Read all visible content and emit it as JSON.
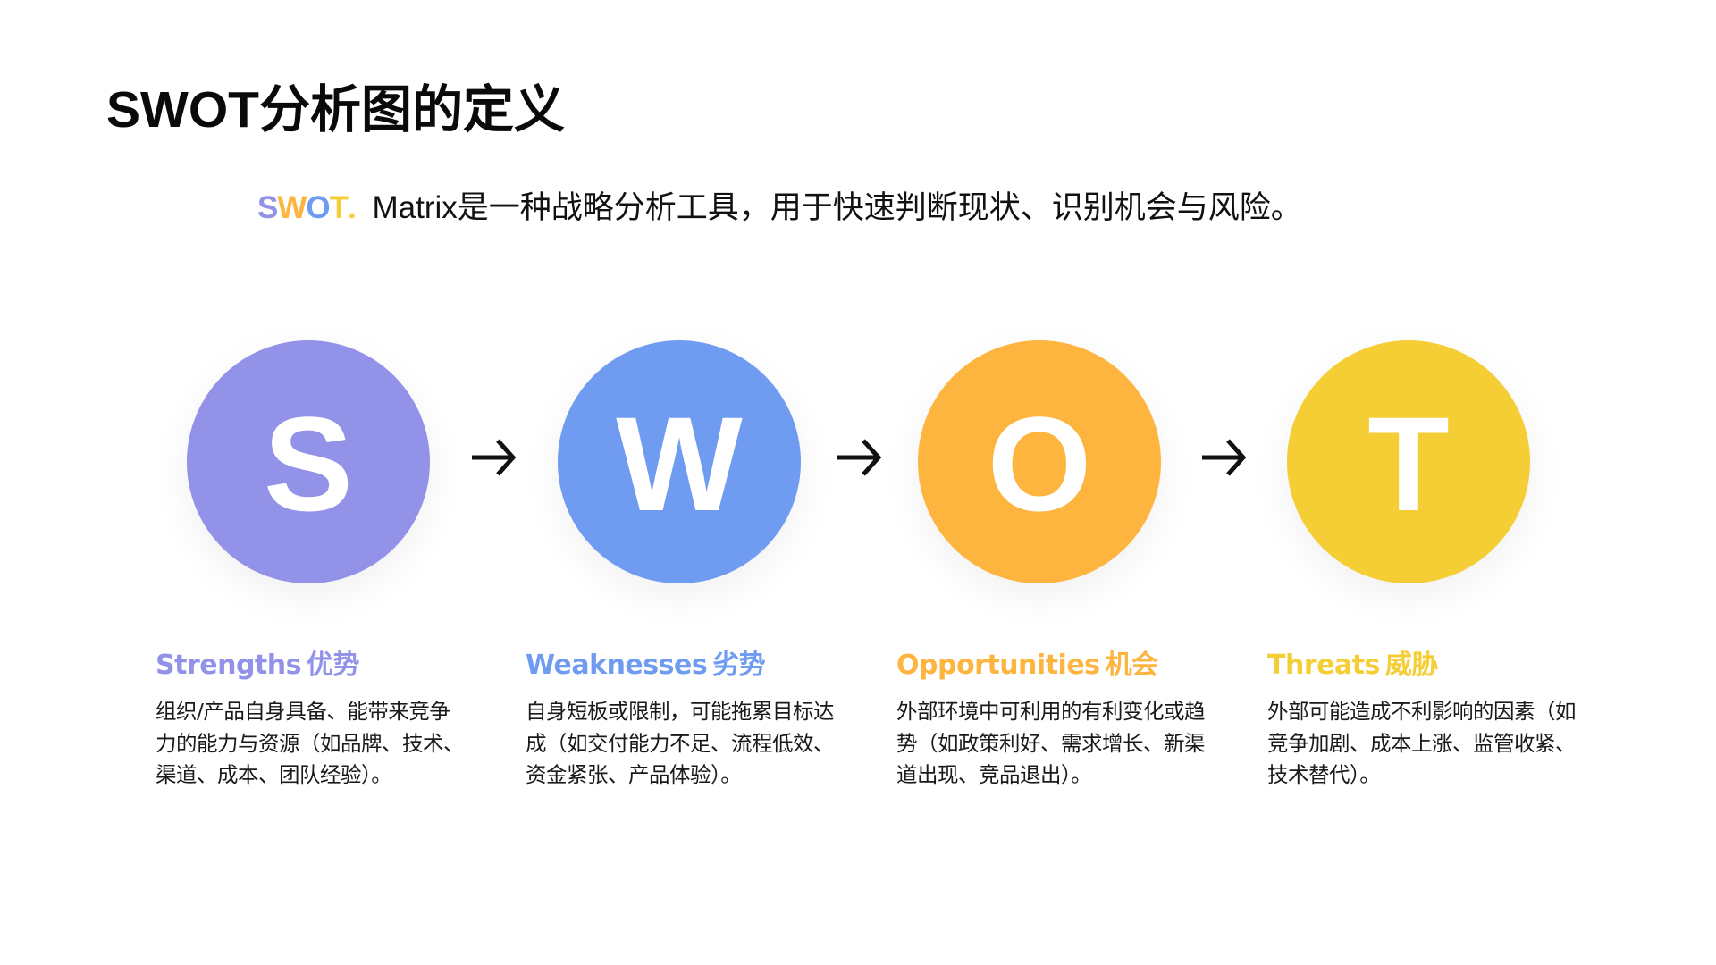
{
  "slide": {
    "title": "SWOT分析图的定义",
    "subtitle": {
      "brand_letters": [
        {
          "char": "S",
          "color": "#9192E8"
        },
        {
          "char": "W",
          "color": "#FDB53F"
        },
        {
          "char": "O",
          "color": "#6F9BF1"
        },
        {
          "char": "T",
          "color": "#F5CD35"
        },
        {
          "char": ".",
          "color": "#F5CD35"
        }
      ],
      "text": "Matrix是一种战略分析工具，用于快速判断现状、识别机会与风险。"
    },
    "flow": {
      "arrow_icon": "right-arrow-icon",
      "items": [
        {
          "letter": "S",
          "color": "#9192E8",
          "heading_en": "Strengths",
          "heading_zh": "优势",
          "description": "组织/产品自身具备、能带来竞争力的能力与资源（如品牌、技术、渠道、成本、团队经验）。"
        },
        {
          "letter": "W",
          "color": "#6F9BF1",
          "heading_en": "Weaknesses",
          "heading_zh": "劣势",
          "description": "自身短板或限制，可能拖累目标达成（如交付能力不足、流程低效、资金紧张、产品体验）。"
        },
        {
          "letter": "O",
          "color": "#FDB53F",
          "heading_en": "Opportunities",
          "heading_zh": "机会",
          "description": "外部环境中可利用的有利变化或趋势（如政策利好、需求增长、新渠道出现、竞品退出）。"
        },
        {
          "letter": "T",
          "color": "#F5CD35",
          "heading_en": "Threats",
          "heading_zh": "威胁",
          "description": "外部可能造成不利影响的因素（如竞争加剧、成本上涨、监管收紧、技术替代）。"
        }
      ]
    }
  }
}
